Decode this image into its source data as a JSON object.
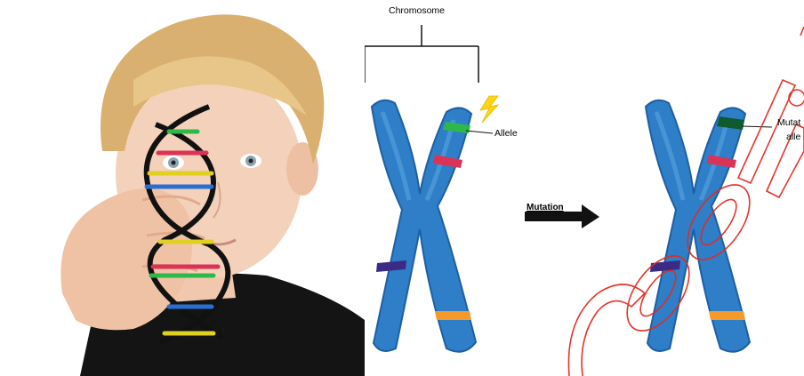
{
  "diagram": {
    "chromosome_label": "Chromosome",
    "allele_label": "Allele",
    "mutation_label": "Mutation",
    "mutated_allele_label_line1": "Mutat",
    "mutated_allele_label_line2": "alle"
  },
  "colors": {
    "chromosome_blue": "#2e7fc8",
    "chromosome_edge": "#1d5fa3",
    "allele_green": "#2fb84a",
    "mutated_allele_green": "#0f5a2e",
    "band_red": "#d93457",
    "band_purple": "#3c2b86",
    "band_orange": "#f39a2a",
    "lightning_yellow": "#ffd515",
    "watermark_red": "#e22b1f"
  },
  "icons": [
    "lightning-bolt-icon",
    "arrow-right-icon"
  ]
}
